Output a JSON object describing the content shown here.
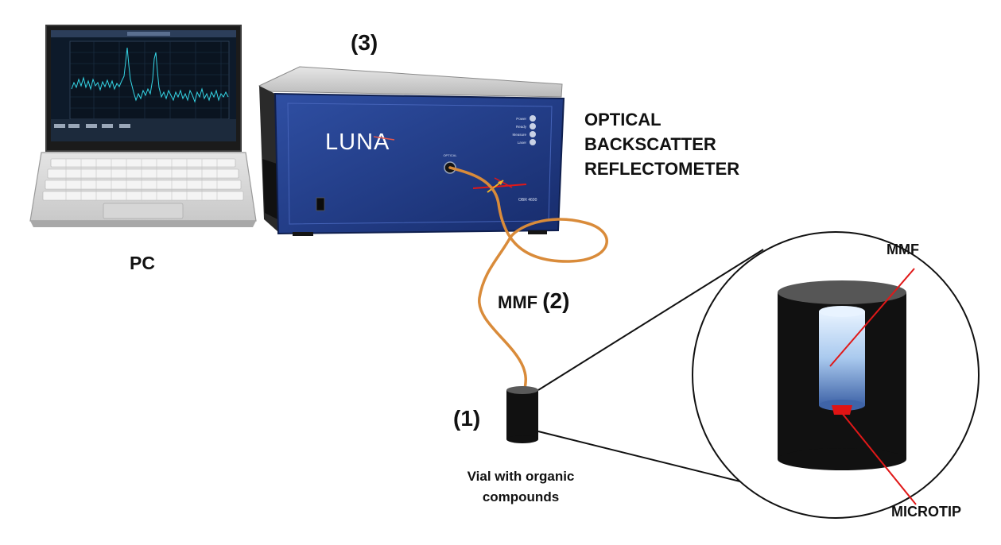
{
  "labels": {
    "pc": "PC",
    "obr_number": "(3)",
    "obr_title_line1": "OPTICAL",
    "obr_title_line2": "BACKSCATTER",
    "obr_title_line3": "REFLECTOMETER",
    "mmf_fiber": "MMF",
    "mmf_number": "(2)",
    "vial_number": "(1)",
    "vial_line1": "Vial with organic",
    "vial_line2": "compounds",
    "zoom_mmf": "MMF",
    "zoom_microtip": "MICROTIP"
  },
  "device": {
    "brand": "LUNA",
    "model": "OBR 4600",
    "leds": [
      "Power",
      "Ready",
      "Measure",
      "Laser"
    ]
  },
  "colors": {
    "fiber": "#d98b3a",
    "instrument_blue": "#1f3a8a",
    "screen_trace": "#35d6e6",
    "pointer_red": "#e01818",
    "microtip_red": "#e01414"
  }
}
